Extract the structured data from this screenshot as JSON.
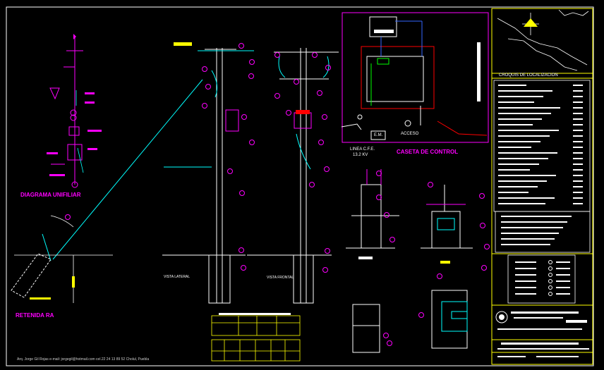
{
  "labels": {
    "diagram_title": "DIAGRAMA UNIFILIAR",
    "anchor_title": "RETENIDA RA",
    "control_title": "CASETA DE CONTROL",
    "line_label": "LINEA C.F.E.",
    "line_voltage": "13.2 KV",
    "access_label": "ACCESO",
    "meter_label": "E.M.",
    "view_lateral": "VISTA LATERAL",
    "view_frontal": "VISTA FRONTAL",
    "location_title": "CROQUIS DE LOCALIZACION",
    "footer_credit": "Arq. Jorge Gil Rojas e-mail: jorgegil@hotmail.com   cel.22 24 13 89 52   Cholul, Puebla"
  },
  "colors": {
    "frame": "#ffffff",
    "title_block": "#ffff00",
    "primary": "#ff00ff",
    "cyan": "#00ffff",
    "accent_yellow": "#ffff00",
    "red": "#ff0000",
    "blue": "#3366ff",
    "green": "#00ff00"
  }
}
